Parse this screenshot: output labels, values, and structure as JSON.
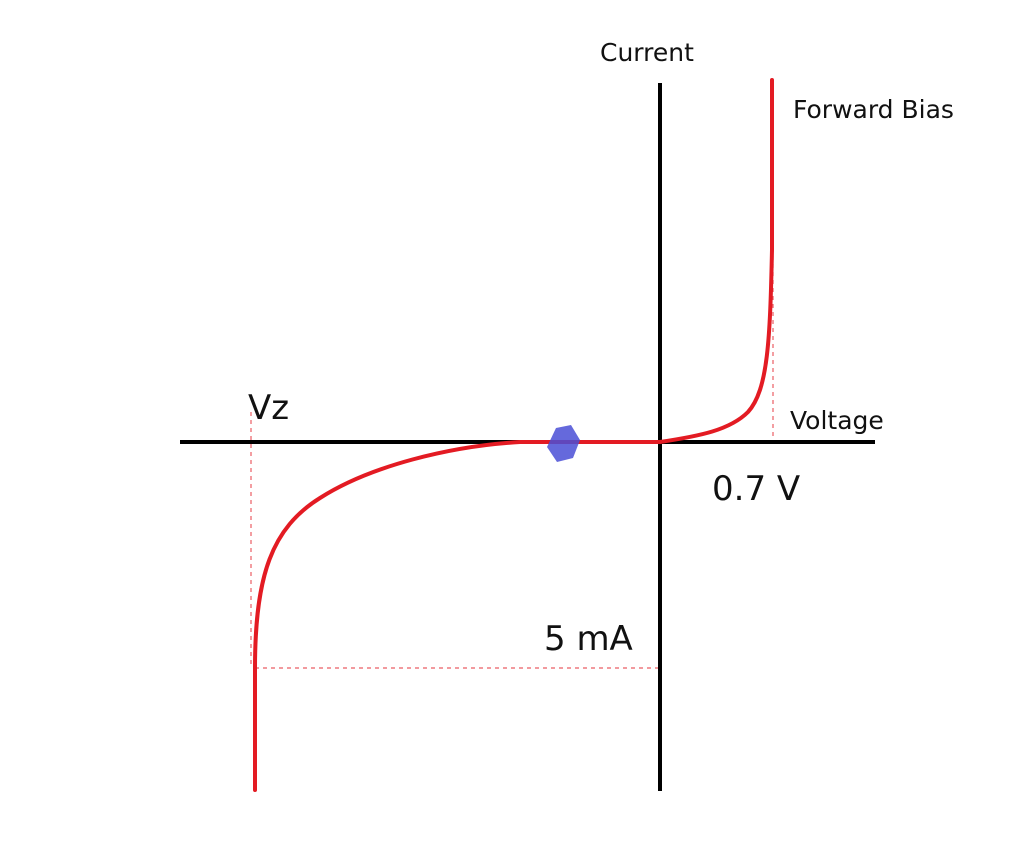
{
  "labels": {
    "current": "Current",
    "forward_bias": "Forward Bias",
    "voltage": "Voltage",
    "vz": "Vz",
    "forward_voltage": "0.7 V",
    "zener_current": "5 mA"
  },
  "colors": {
    "axis": "#000000",
    "curve": "#e31b23",
    "guide": "#e31b23",
    "marker": "#4a4fd6"
  }
}
